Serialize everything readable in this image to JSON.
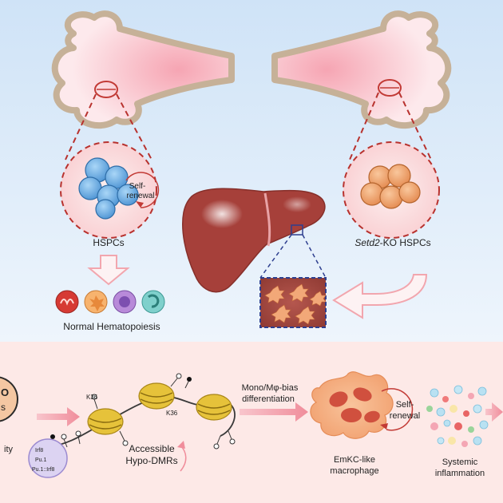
{
  "top_panel": {
    "labels": {
      "hspcs": "HSPCs",
      "self_renewal_line1": "Self-",
      "self_renewal_line2": "renewal",
      "setd2_italic": "Setd2",
      "setd2_rest": "-KO HSPCs",
      "normal_hematopoiesis": "Normal Hematopoiesis"
    }
  },
  "bottom_panel": {
    "labels": {
      "ko_fragment": "O",
      "s_fragment": "s",
      "ity_fragment": "ity",
      "k36_a": "K36",
      "k36_b": "K36",
      "irf8": "Irf8",
      "pu1": "Pu.1",
      "pu1_irf8": "Pu.1::Irf8",
      "accessible_line1": "Accessible",
      "accessible_line2": "Hypo-DMRs",
      "mono_line1": "Mono/Mφ-bias",
      "mono_line2": "differentiation",
      "self_renewal_line1": "Self-",
      "self_renewal_line2": "renewal",
      "emkc_line1": "EmKC-like",
      "emkc_line2": "macrophage",
      "systemic_line1": "Systemic",
      "systemic_line2": "inflammation"
    }
  },
  "colors": {
    "top_bg_start": "#cfe4f8",
    "top_bg_end": "#ecf4fc",
    "bottom_bg": "#fde9e7",
    "liver": "#a6403a",
    "liver_dark": "#7c2a26",
    "bone_fill": "#fbe8ea",
    "bone_outline": "#c8b39a",
    "dashed_red": "#b8322e",
    "hspc_cell": "#6aaee3",
    "ko_cell": "#f0a46e",
    "nucleosome": "#e6c23a",
    "arrow_pink": "#f4a3ad",
    "inset_border": "#2e3f8f"
  }
}
